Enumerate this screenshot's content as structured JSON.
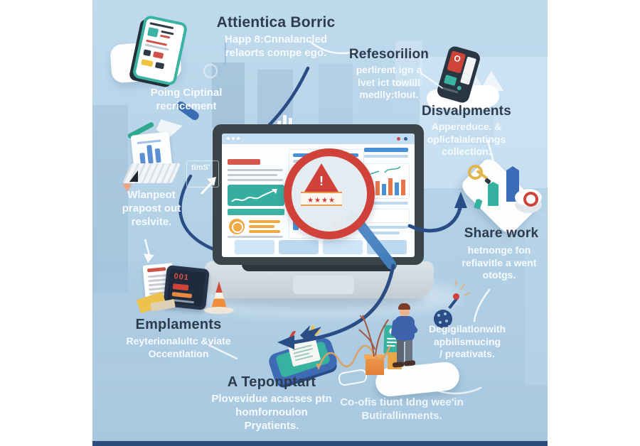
{
  "palette": {
    "background": "#b7d3e8",
    "ink": "#2e3c4e",
    "light_text": "#f6fafc",
    "red": "#cf4438",
    "teal": "#38b2a0",
    "orange": "#efa043",
    "navy_arrow": "#2b4d86",
    "handle_blue": "#4a86c8",
    "laptop_bezel": "#3b4449",
    "laptop_base": "#ccd6dc",
    "bottom_bar": "#2c4c7e"
  },
  "labels": {
    "attientica": {
      "title": "Attientica Borric",
      "subtitle": "Happ 8:Cnnalancled\nrelaorts compe ego."
    },
    "refesorilion": {
      "title": "Refesorilion",
      "subtitle": "perlirent ign a\nlvet ict towlill\nmedlly:tlout."
    },
    "disvalpments": {
      "title": "Disvalpments",
      "subtitle": "Appereduce. &\noplicfalalentings\ncollection."
    },
    "poing": {
      "label": "Poing Ciptinal\nrecricement"
    },
    "wlanpeot": {
      "label": "Wlanpeot\nprapost out\nreslvite.",
      "tag": "timS'"
    },
    "share_work": {
      "title": "Share work",
      "subtitle": "hetnonge fon\nrefiavitle a went\nototgs."
    },
    "emplaments": {
      "title": "Emplaments",
      "subtitle": "Reyterionalultc &viate\nOccentlation"
    },
    "teponptart": {
      "title": "A Teponptart",
      "subtitle": "Plovevidue acacses ptn\nhomfornoulon\nPryatients."
    },
    "degigilation": {
      "label": "Degigilationwith\napbilismucing\n/ preativats."
    },
    "coofis": {
      "label": "Co-ofis tiunt Idng wee'in\nButirallinments."
    }
  },
  "magnifier": {
    "warning_mark": "!",
    "stars": "★★★★"
  },
  "badges": {
    "phone_o": "O",
    "tablet_code": "001"
  }
}
